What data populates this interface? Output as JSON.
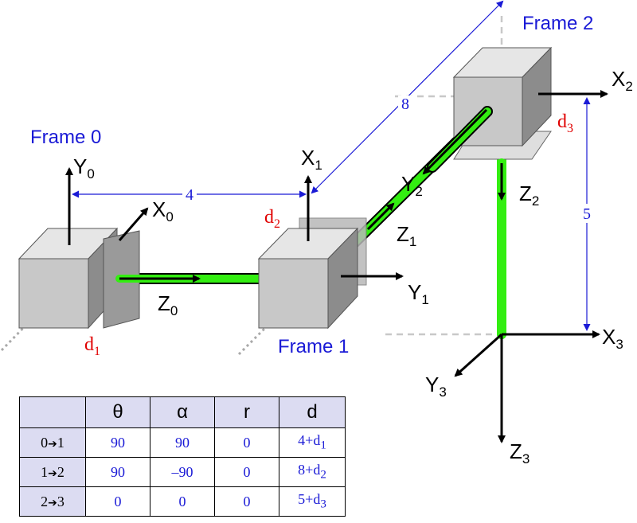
{
  "frames": {
    "frame0": "Frame 0",
    "frame1": "Frame 1",
    "frame2": "Frame 2"
  },
  "axes": {
    "y0": {
      "base": "Y",
      "sub": "0"
    },
    "x0": {
      "base": "X",
      "sub": "0"
    },
    "z0": {
      "base": "Z",
      "sub": "0"
    },
    "x1": {
      "base": "X",
      "sub": "1"
    },
    "y1": {
      "base": "Y",
      "sub": "1"
    },
    "z1": {
      "base": "Z",
      "sub": "1"
    },
    "x2": {
      "base": "X",
      "sub": "2"
    },
    "y2": {
      "base": "Y",
      "sub": "2"
    },
    "z2": {
      "base": "Z",
      "sub": "2"
    },
    "x3": {
      "base": "X",
      "sub": "3"
    },
    "y3": {
      "base": "Y",
      "sub": "3"
    },
    "z3": {
      "base": "Z",
      "sub": "3"
    }
  },
  "joints": {
    "d1": {
      "base": "d",
      "sub": "1"
    },
    "d2": {
      "base": "d",
      "sub": "2"
    },
    "d3": {
      "base": "d",
      "sub": "3"
    }
  },
  "dimensions": {
    "frame0_to_frame1": "4",
    "frame1_to_frame2": "8",
    "frame2_to_frame3": "5"
  },
  "table": {
    "headers": [
      "",
      "θ",
      "α",
      "r",
      "d"
    ],
    "rows": [
      {
        "from": "0",
        "to": "1",
        "theta": "90",
        "alpha": "90",
        "r": "0",
        "d_base": "4+d",
        "d_sub": "1"
      },
      {
        "from": "1",
        "to": "2",
        "theta": "90",
        "alpha": "–90",
        "r": "0",
        "d_base": "8+d",
        "d_sub": "2"
      },
      {
        "from": "2",
        "to": "3",
        "theta": "0",
        "alpha": "0",
        "r": "0",
        "d_base": "5+d",
        "d_sub": "3"
      }
    ]
  },
  "colors": {
    "link": "#33ee11",
    "frame_text": "#1a1ad6",
    "joint_text": "#e00000",
    "header_fill": "#dcdcf2"
  }
}
